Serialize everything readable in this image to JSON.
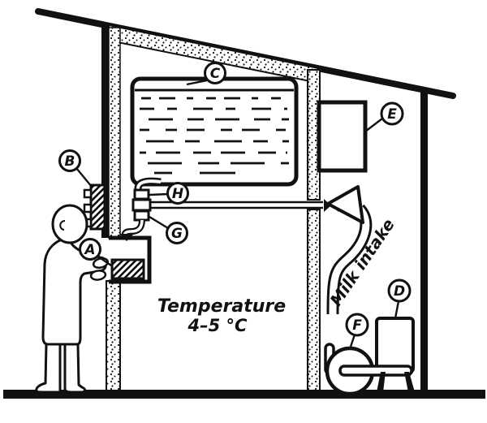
{
  "diagram": {
    "callouts": [
      {
        "letter": "A"
      },
      {
        "letter": "B"
      },
      {
        "letter": "C"
      },
      {
        "letter": "D"
      },
      {
        "letter": "E"
      },
      {
        "letter": "F"
      },
      {
        "letter": "G"
      },
      {
        "letter": "H"
      }
    ],
    "annotations": {
      "temperature_line1": "Temperature",
      "temperature_line2": "4–5 °C",
      "milk_intake": "Milk intake"
    },
    "colors": {
      "ink": "#111111",
      "background": "#ffffff"
    }
  }
}
